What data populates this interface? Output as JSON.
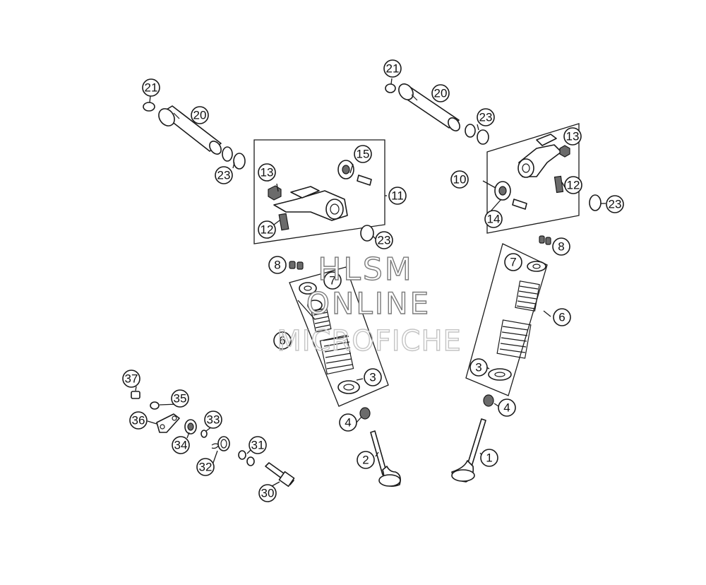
{
  "watermark": {
    "line1": "HLSM",
    "line2": "ONLINE",
    "line3": "MICROFICHE"
  },
  "callouts": {
    "c21a": "21",
    "c20a": "20",
    "c23a": "23",
    "c15": "15",
    "c13a": "13",
    "c11": "11",
    "c12a": "12",
    "c23b": "23",
    "c8a": "8",
    "c7a": "7",
    "c6a": "6",
    "c3a": "3",
    "c4a": "4",
    "c2": "2",
    "c21b": "21",
    "c20b": "20",
    "c23c": "23",
    "c13b": "13",
    "c10": "10",
    "c12b": "12",
    "c14": "14",
    "c23d": "23",
    "c8b": "8",
    "c7b": "7",
    "c6b": "6",
    "c3b": "3",
    "c4b": "4",
    "c1": "1",
    "c37": "37",
    "c35": "35",
    "c36": "36",
    "c33": "33",
    "c34": "34",
    "c31": "31",
    "c32": "32",
    "c30": "30"
  },
  "colors": {
    "line": "#1a1a1a",
    "background": "#ffffff",
    "watermark": "#7a7a7a"
  }
}
